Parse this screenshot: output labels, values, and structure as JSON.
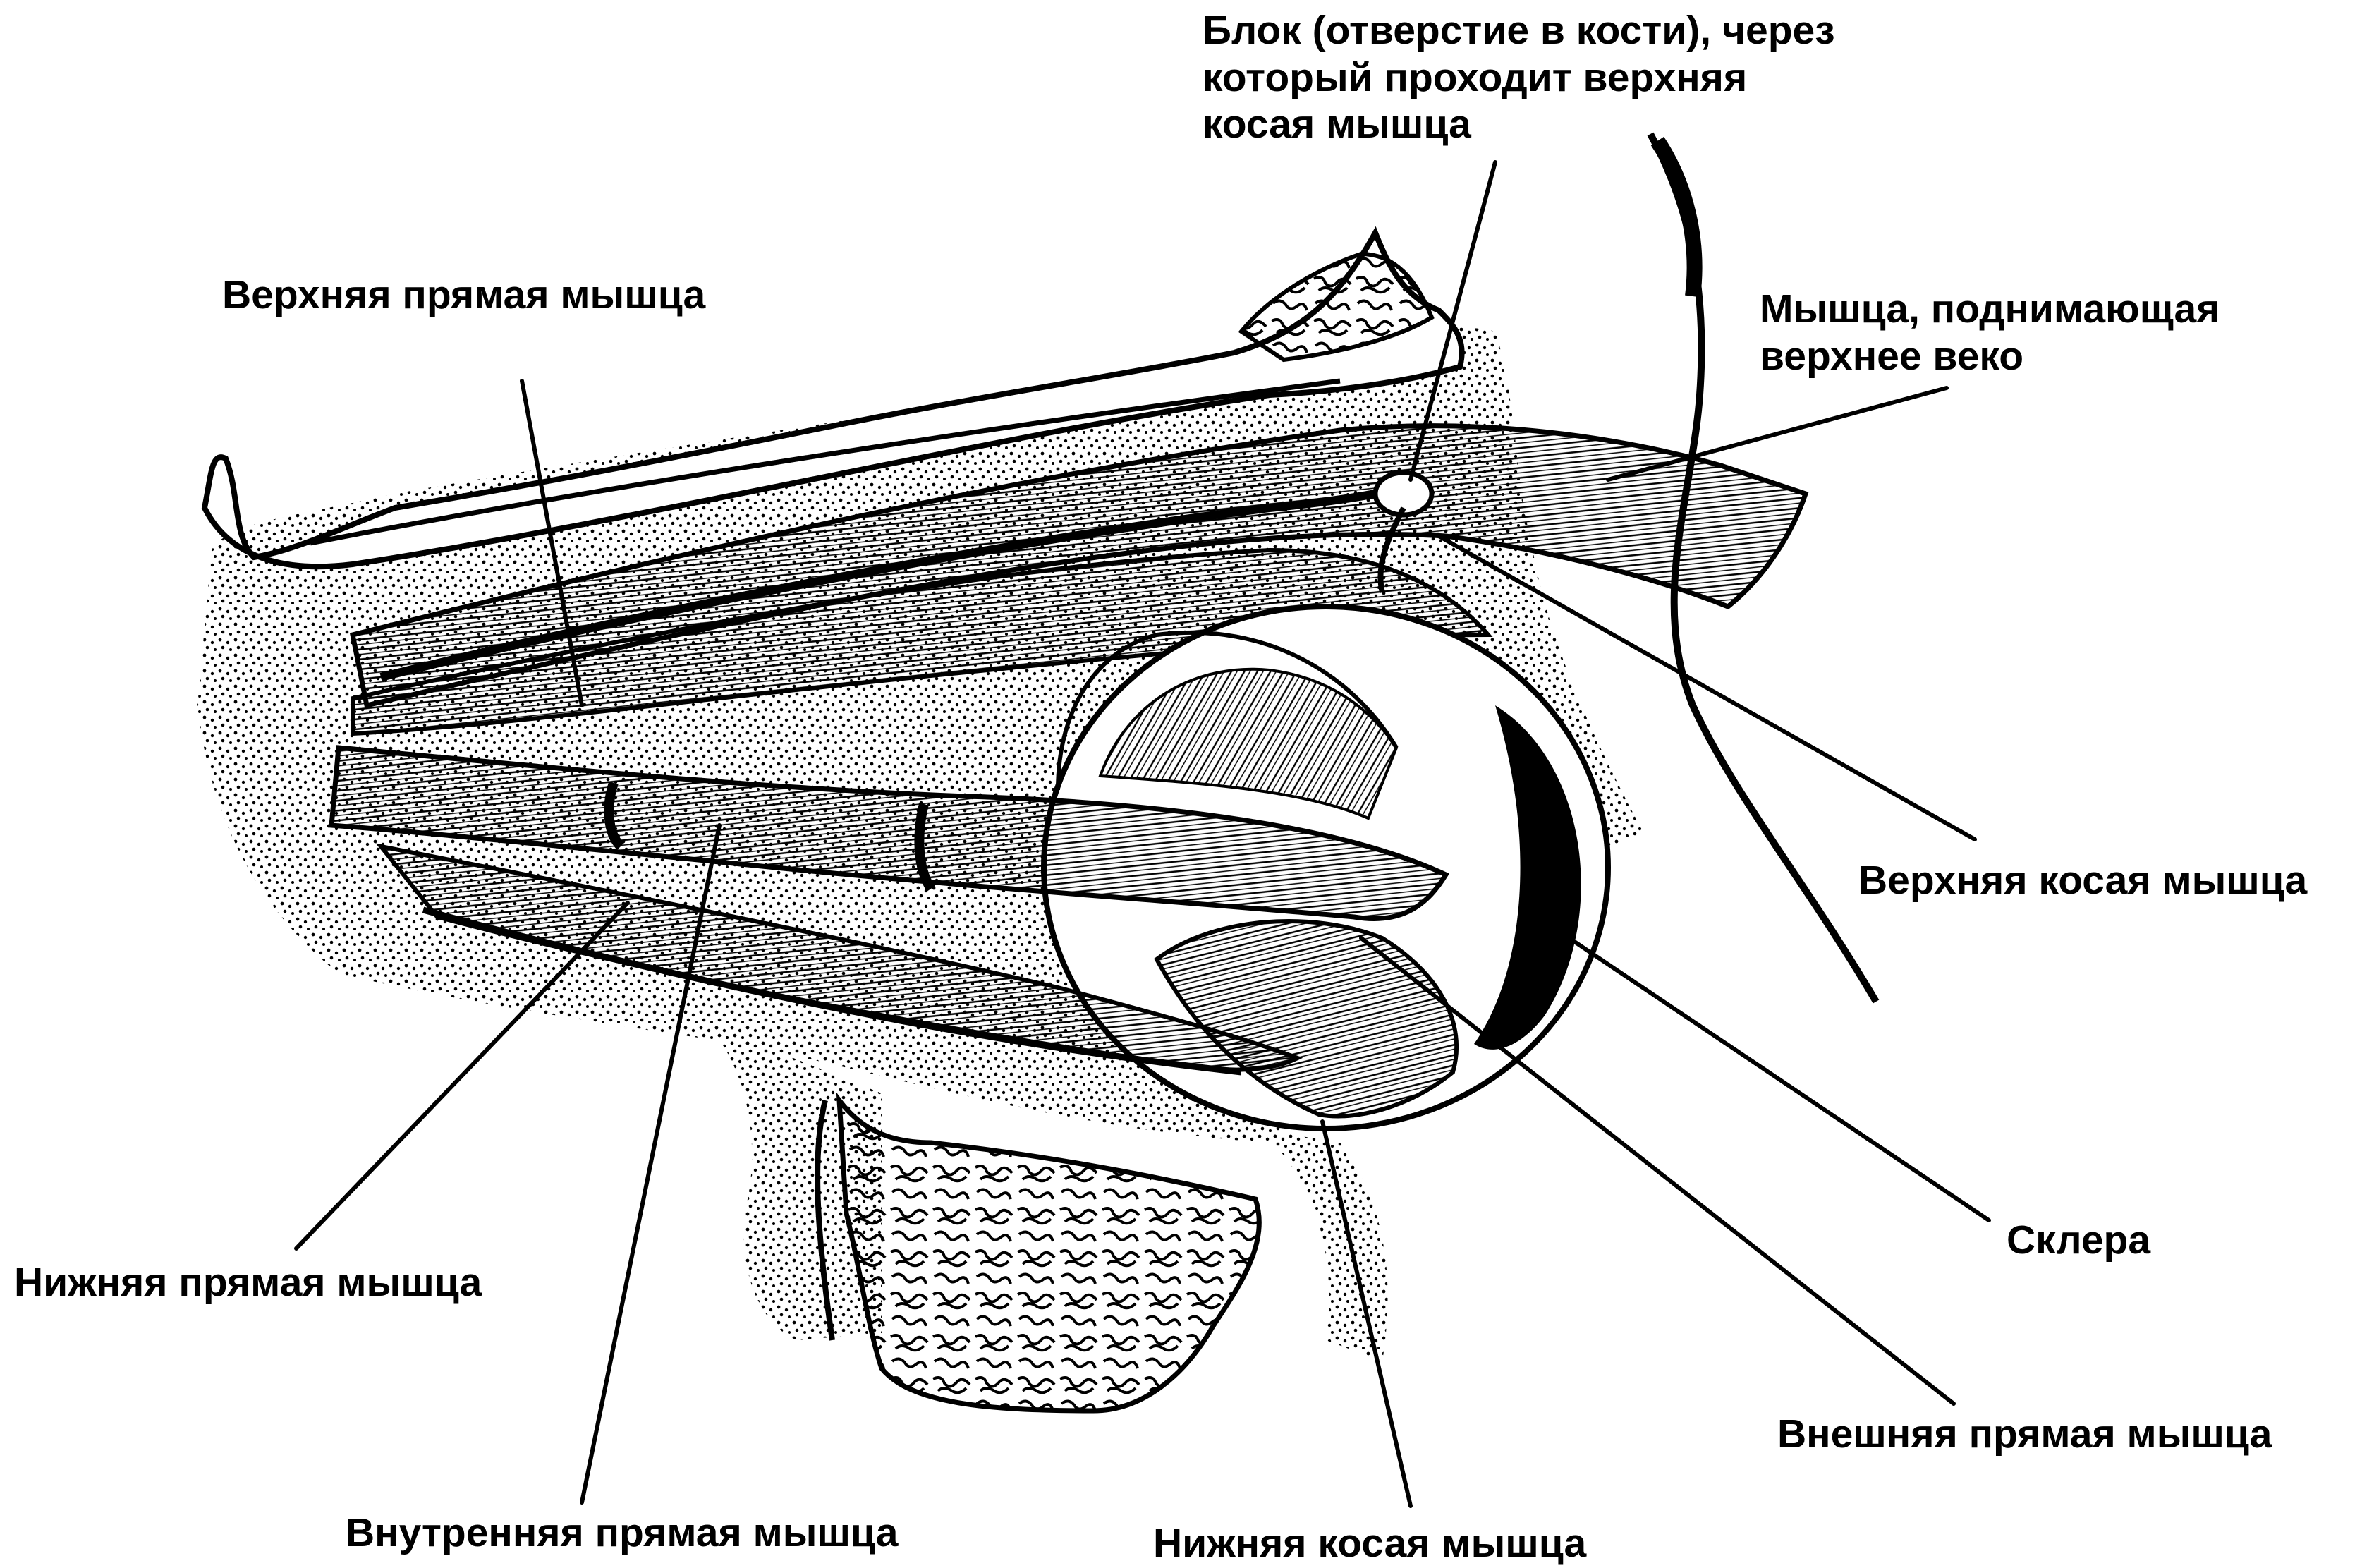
{
  "labels": {
    "trochlea": {
      "line1": "Блок (отверстие в кости), через",
      "line2": "который проходит верхняя",
      "line3": "косая мышца"
    },
    "superior_rectus": {
      "line1": "Верхняя прямая мышца"
    },
    "levator": {
      "line1": "Мышца, поднимающая",
      "line2": "верхнее веко"
    },
    "superior_oblique": {
      "line1": "Верхняя косая мышца"
    },
    "sclera": {
      "line1": "Склера"
    },
    "inferior_rectus": {
      "line1": "Нижняя прямая мышца"
    },
    "lateral_rectus": {
      "line1": "Внешняя прямая мышца"
    },
    "medial_rectus": {
      "line1": "Внутренняя прямая мышца"
    },
    "inferior_oblique": {
      "line1": "Нижняя косая мышца"
    }
  },
  "colors": {
    "ink": "#000000",
    "paper": "#ffffff"
  }
}
